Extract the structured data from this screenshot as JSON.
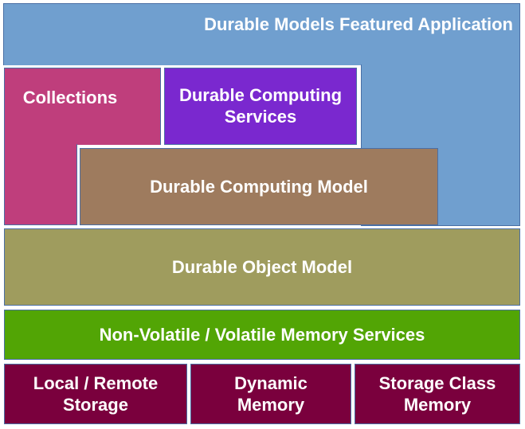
{
  "diagram": {
    "title": "Durable Models Featured Application",
    "layers": [
      {
        "id": "application",
        "label": "Durable Models Featured Application",
        "color": "#709fcf"
      },
      {
        "id": "collections",
        "label": "Collections",
        "color": "#bf3e7c"
      },
      {
        "id": "computing_services",
        "label_lines": [
          "Durable Computing",
          "Services"
        ],
        "color": "#7a28cf"
      },
      {
        "id": "computing_model",
        "label": "Durable Computing Model",
        "color": "#9e7b5e"
      },
      {
        "id": "object_model",
        "label": "Durable Object Model",
        "color": "#9f9c5e"
      },
      {
        "id": "memory_services",
        "label": "Non-Volatile / Volatile Memory Services",
        "color": "#52a505"
      },
      {
        "id": "local_remote_storage",
        "label_lines": [
          "Local / Remote",
          "Storage"
        ],
        "color": "#7a003d"
      },
      {
        "id": "dynamic_memory",
        "label_lines": [
          "Dynamic",
          "Memory"
        ],
        "color": "#7a003d"
      },
      {
        "id": "storage_class_memory",
        "label_lines": [
          "Storage Class",
          "Memory"
        ],
        "color": "#7a003d"
      }
    ]
  }
}
